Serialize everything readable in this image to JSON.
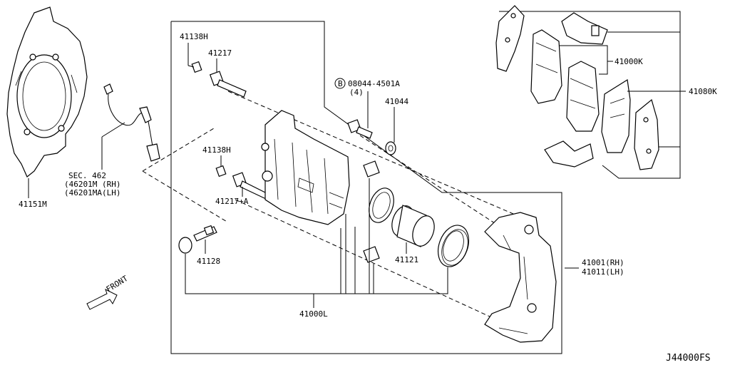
{
  "callouts": {
    "shield": "41151M",
    "hose_sec": "SEC. 462",
    "hose_rh": "(46201M  (RH)",
    "hose_lh": "(46201MA(LH)",
    "bolt_top_cap": "41138H",
    "pin_top": "41217",
    "bolt_mid_cap": "41138H",
    "pin_lower": "41217+A",
    "bleeder": "41128",
    "bolt_circle": "B",
    "bolt_part": "08044-4501A",
    "bolt_qty": "(4)",
    "washer": "41044",
    "pad_kit": "41000K",
    "hardware_kit": "41080K",
    "piston": "41121",
    "caliper_rh": "41001(RH)",
    "caliper_lh": "41011(LH)",
    "seal_kit": "41000L",
    "drawing_no": "J44000FS",
    "front": "FRONT"
  }
}
